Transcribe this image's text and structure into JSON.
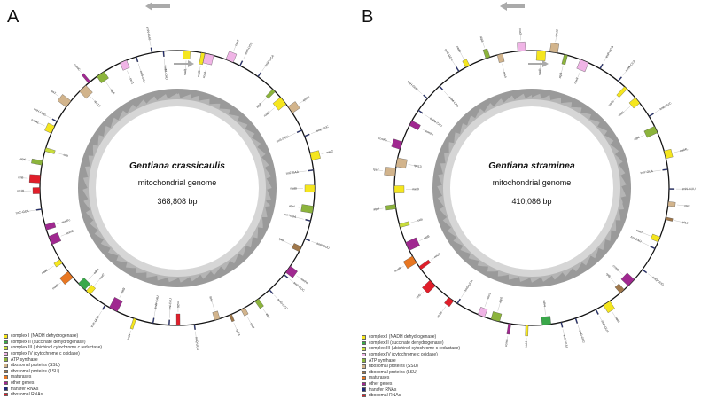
{
  "panels": [
    {
      "letter": "A",
      "species": "Gentiana crassicaulis",
      "genome": "mitochondrial genome",
      "size": "368,808 bp"
    },
    {
      "letter": "B",
      "species": "Gentiana straminea",
      "genome": "mitochondrial genome",
      "size": "410,086 bp"
    }
  ],
  "legend": [
    {
      "label": "complex I (NADH dehydrogenase)",
      "color": "#f5e61e"
    },
    {
      "label": "complex II (succinate dehydrogenase)",
      "color": "#3aa84a"
    },
    {
      "label": "complex III (ubichinol cytochrome c reductase)",
      "color": "#c8dc3c"
    },
    {
      "label": "complex IV (cytochrome c oxidase)",
      "color": "#f0b4e6"
    },
    {
      "label": "ATP synthase",
      "color": "#8cb43c"
    },
    {
      "label": "ribosomal proteins (SSU)",
      "color": "#d2b48c"
    },
    {
      "label": "ribosomal proteins (LSU)",
      "color": "#a0784b"
    },
    {
      "label": "maturases",
      "color": "#e87722"
    },
    {
      "label": "other genes",
      "color": "#a02890"
    },
    {
      "label": "transfer RNAs",
      "color": "#1e2a78"
    },
    {
      "label": "ribosomal RNAs",
      "color": "#e01e2a"
    }
  ],
  "gene_labels_a": [
    "nad1",
    "nad5",
    "cox3",
    "cox2",
    "trnP-UGG",
    "trnW-CCA",
    "atp8",
    "nad3",
    "rps12",
    "trnS-GCU",
    "trnE-UUC",
    "nad2",
    "trnF-GAA",
    "nad9",
    "atp4",
    "trnY-GUA",
    "trnN-GUU",
    "rpl5",
    "ccmFn",
    "trnD-GUC",
    "trnG-GCC",
    "atp1",
    "rps3",
    "rpl16",
    "rps4",
    "trnQ-UUG",
    "rrn26",
    "trnI-CAU",
    "trnM-CAU",
    "nad4",
    "mttB",
    "trnK-UUU",
    "nad7",
    "sdh4",
    "matR",
    "nad6",
    "ccmB",
    "ccmFc",
    "trnC-GCA",
    "rrn18",
    "rrn5",
    "atp9",
    "cob",
    "nad4L",
    "trnH-GUG",
    "rps7",
    "rps13",
    "ccmC",
    "atp6",
    "cox1",
    "trnS-UGA",
    "trnN-GUU",
    "trnfM-CAU"
  ],
  "gene_labels_b": [
    "nad3",
    "rps12",
    "atp8",
    "cox3",
    "trnP-UGG",
    "trnW-CCA",
    "nad5",
    "nad1",
    "trnE-UUC",
    "atp4",
    "nad4L",
    "trnY-GUA",
    "trnN-GUU",
    "rps3",
    "rpl16",
    "nad7",
    "trnI-CAU",
    "trnQ-UUG",
    "ccmB",
    "rpl5",
    "nad2",
    "trnD-GUC",
    "trnG-GCC",
    "trnK-UUU",
    "sdh4",
    "nad4",
    "ccmC",
    "atp6",
    "cox1",
    "trnS-UGA",
    "rrn18",
    "rrn5",
    "rrn26",
    "matR",
    "mttB",
    "cob",
    "atp9",
    "nad9",
    "rps7",
    "rps13",
    "ccmFn",
    "ccmFc",
    "trnfM-CAU",
    "trnH-GUG",
    "trnM-CAU",
    "trnC-GCA",
    "nad6",
    "atp1",
    "rps4",
    "cox2"
  ]
}
